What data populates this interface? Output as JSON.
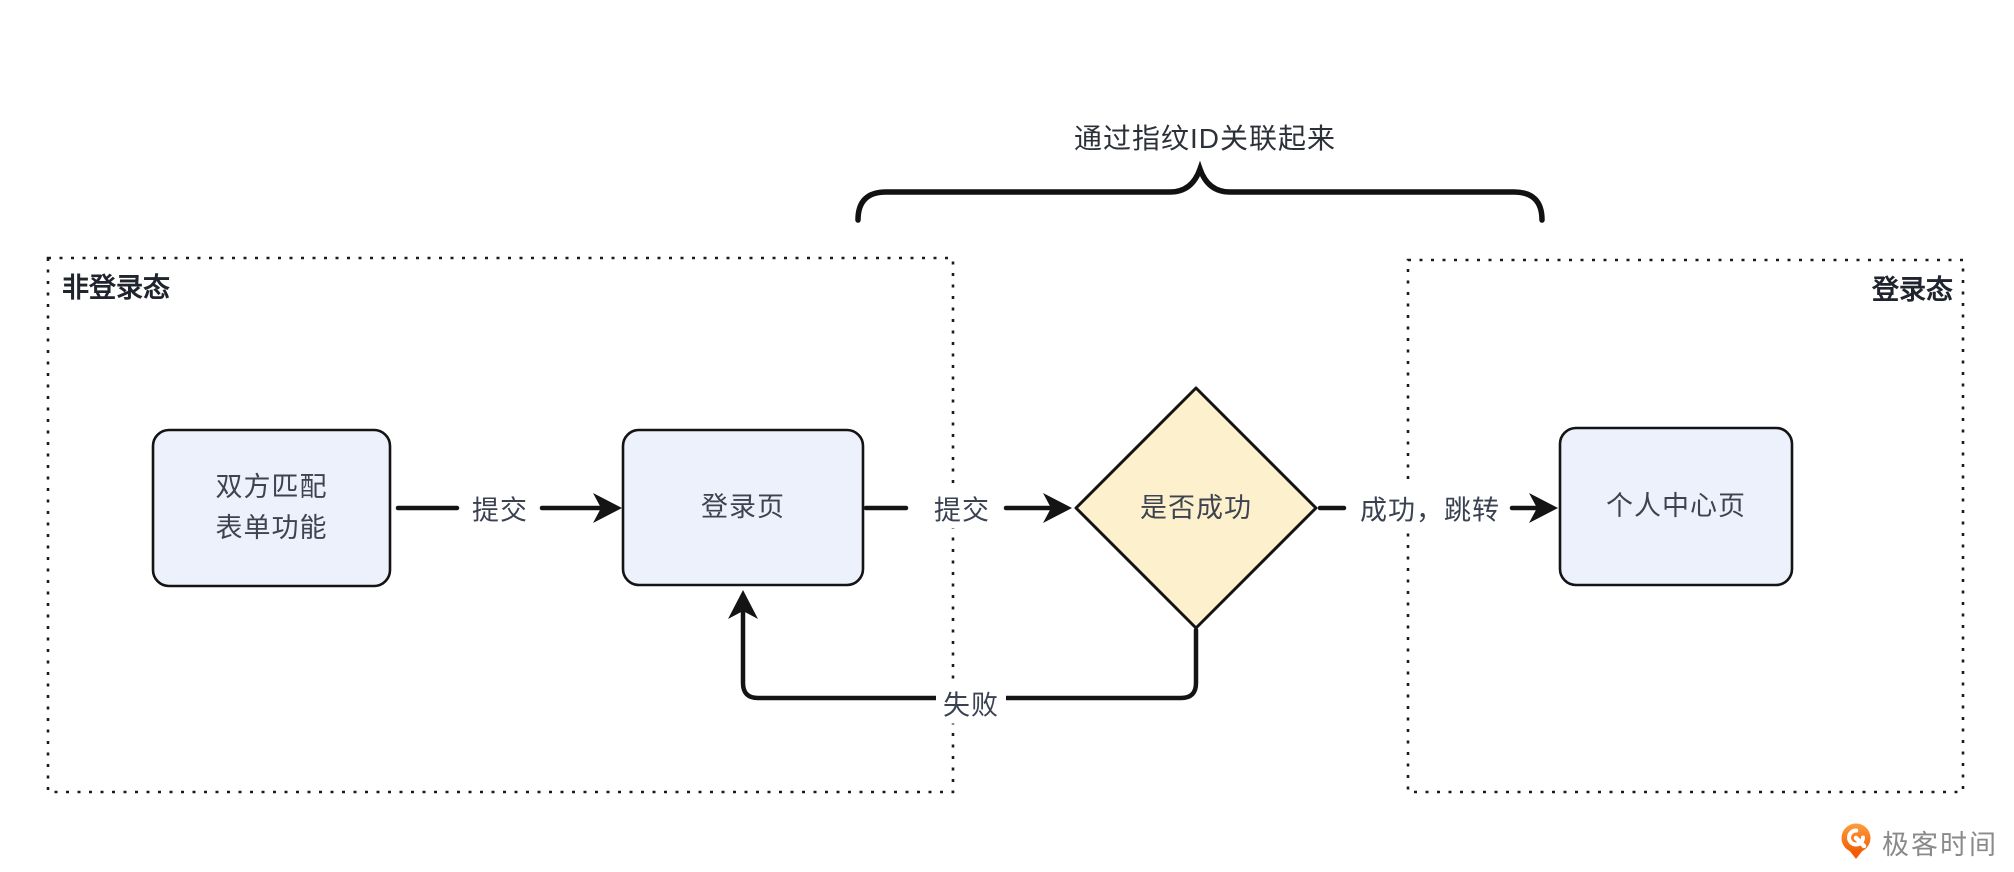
{
  "diagram": {
    "title": "通过指纹ID关联起来",
    "regions": {
      "left_label": "非登录态",
      "right_label": "登录态"
    },
    "nodes": {
      "form": "双方匹配\n表单功能",
      "login": "登录页",
      "decision": "是否成功",
      "profile": "个人中心页"
    },
    "edges": {
      "submit1": "提交",
      "submit2": "提交",
      "success": "成功，跳转",
      "fail": "失败"
    },
    "colors": {
      "node_fill": "#edf1fb",
      "decision_fill": "#fdf0cc",
      "line": "#141414",
      "node_text": "#3c4351",
      "region_text": "#20242e",
      "brand_orange": "#f46a0a",
      "brand_gray": "#8a8a8a"
    }
  },
  "footer": {
    "brand": "极客时间"
  }
}
